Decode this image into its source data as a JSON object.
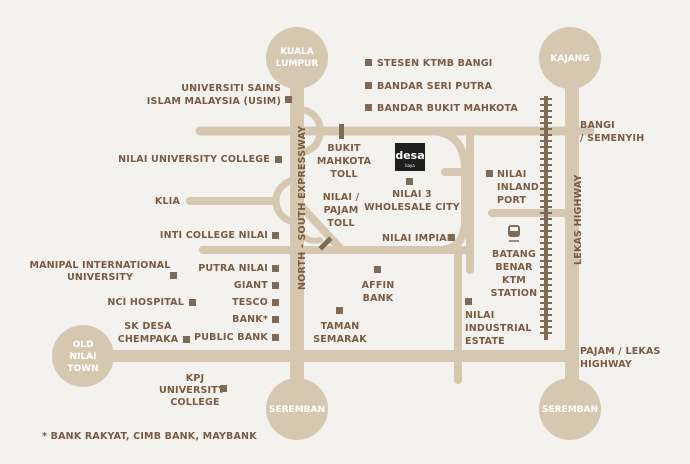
{
  "colors": {
    "background": "#f4f2ee",
    "road": "#d6c8b0",
    "label": "#7a5a42",
    "marker": "#7e6a55",
    "circle_text": "#ffffff",
    "brand_box": "#1f1f1f"
  },
  "destinations": {
    "kuala_lumpur": "KUALA LUMPUR",
    "kajang": "KAJANG",
    "old_nilai_town": "OLD NILAI TOWN",
    "seremban_left": "SEREMBAN",
    "seremban_right": "SEREMBAN"
  },
  "roads": {
    "north_south_expressway": "NORTH - SOUTH EXPRESSWAY",
    "lekas_highway": "LEKAS HIGHWAY",
    "bangi_semenyih": "BANGI / SEMENYIH",
    "pajam_lekas_highway": "PAJAM / LEKAS HIGHWAY",
    "klia": "KLIA"
  },
  "tolls": {
    "bukit_mahkota": "BUKIT MAHKOTA TOLL",
    "nilai_pajam": "NILAI / PAJAM TOLL"
  },
  "brand": {
    "logo_text": "desa",
    "logo_subtext": "kaya"
  },
  "landmarks": {
    "stesen_ktmb_bangi": "STESEN KTMB BANGI",
    "bandar_seri_putra": "BANDAR SERI PUTRA",
    "bandar_bukit_mahkota": "BANDAR BUKIT MAHKOTA",
    "usim": "UNIVERSITI SAINS ISLAM MALAYSIA (USIM)",
    "nilai_university_college": "NILAI UNIVERSITY COLLEGE",
    "inti_college_nilai": "INTI COLLEGE NILAI",
    "manipal": "MANIPAL INTERNATIONAL UNIVERSITY",
    "putra_nilai": "PUTRA NILAI",
    "giant": "GIANT",
    "tesco": "TESCO",
    "bank": "BANK*",
    "public_bank": "PUBLIC BANK",
    "nci_hospital": "NCI HOSPITAL",
    "sk_desa_chempaka": "SK DESA CHEMPAKA",
    "kpj": "KPJ UNIVERSITY COLLEGE",
    "nilai_3": "NILAI 3 WHOLESALE CITY",
    "nilai_impian": "NILAI IMPIAN",
    "affin_bank": "AFFIN BANK",
    "taman_semarak": "TAMAN SEMARAK",
    "nilai_inland_port": "NILAI INLAND PORT",
    "batang_benar_ktm": "BATANG BENAR KTM STATION",
    "nilai_industrial_estate": "NILAI INDUSTRIAL ESTATE"
  },
  "footnote": "* BANK RAKYAT, CIMB BANK, MAYBANK"
}
